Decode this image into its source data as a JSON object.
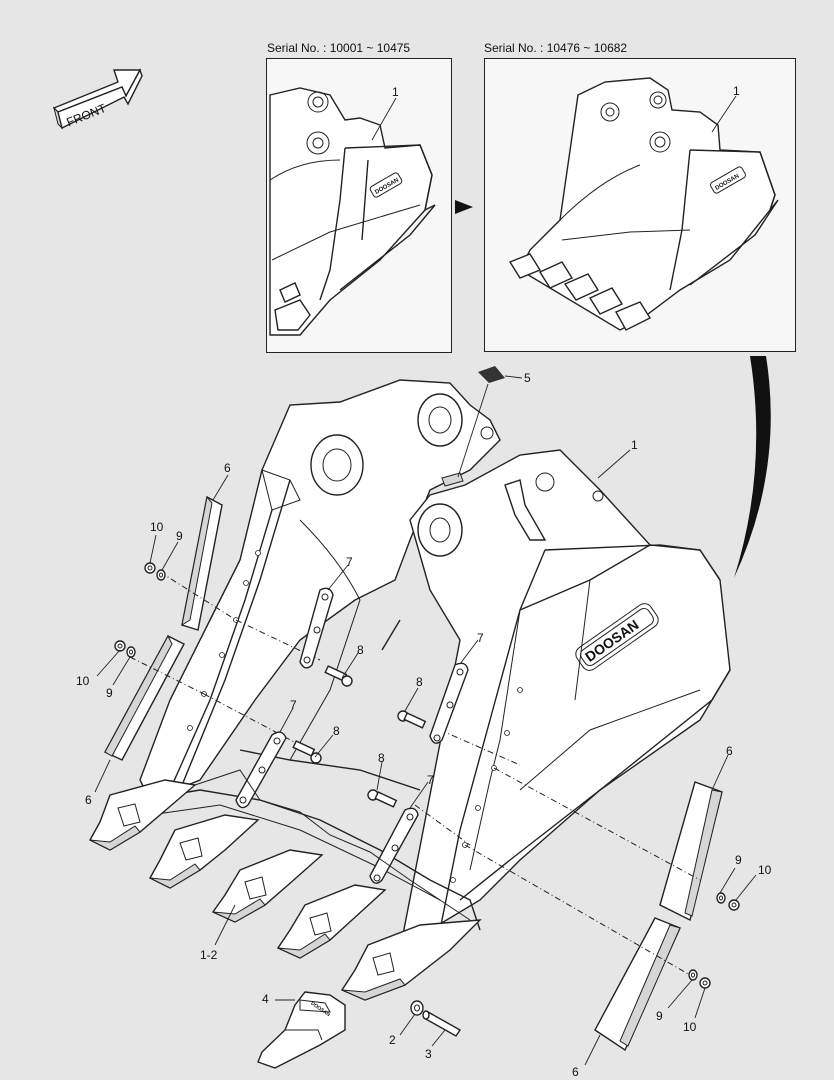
{
  "serial_left": "Serial No. : 10001 ~ 10475",
  "serial_right": "Serial No. : 10476 ~ 10682",
  "front_label": "FRONT",
  "brand": "DOOSAN",
  "callouts": {
    "inset_left_1": "1",
    "inset_right_1": "1",
    "main_1": "1",
    "c5": "5",
    "c6_tl": "6",
    "c6_ml": "6",
    "c6_mr": "6",
    "c6_br": "6",
    "c10_tl": "10",
    "c9_tl": "9",
    "c10_ml": "10",
    "c9_ml": "9",
    "c7_a": "7",
    "c8_a": "8",
    "c7_b": "7",
    "c8_b": "8",
    "c7_c": "7",
    "c8_c": "8",
    "c7_d": "7",
    "c8_d": "8",
    "c9_mr": "9",
    "c10_mr": "10",
    "c9_br": "9",
    "c10_br": "10",
    "c1_2": "1-2",
    "c4": "4",
    "c2": "2",
    "c3": "3"
  }
}
